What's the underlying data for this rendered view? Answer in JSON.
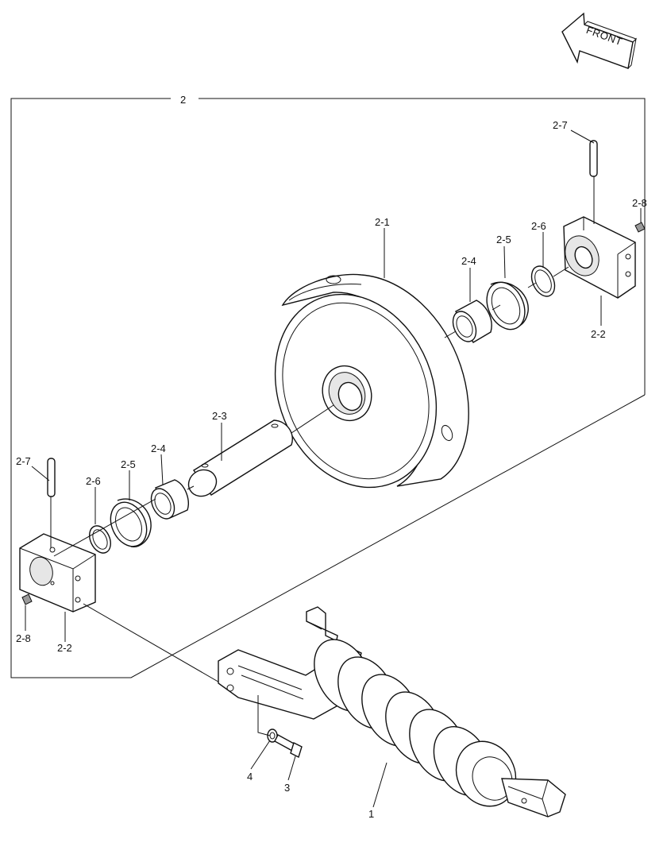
{
  "direction": {
    "label": "FRONT"
  },
  "labels": {
    "assembly": "2",
    "idler_wheel": "2-1",
    "bracket_right": "2-2",
    "bracket_left": "2-2",
    "shaft": "2-3",
    "bushing_right": "2-4",
    "bushing_left": "2-4",
    "seal_right": "2-5",
    "seal_left": "2-5",
    "oring_right": "2-6",
    "oring_left": "2-6",
    "pin_right": "2-7",
    "pin_left": "2-7",
    "plug_right": "2-8",
    "plug_left": "2-8",
    "recoil_spring": "1",
    "bolt": "3",
    "washer": "4"
  }
}
